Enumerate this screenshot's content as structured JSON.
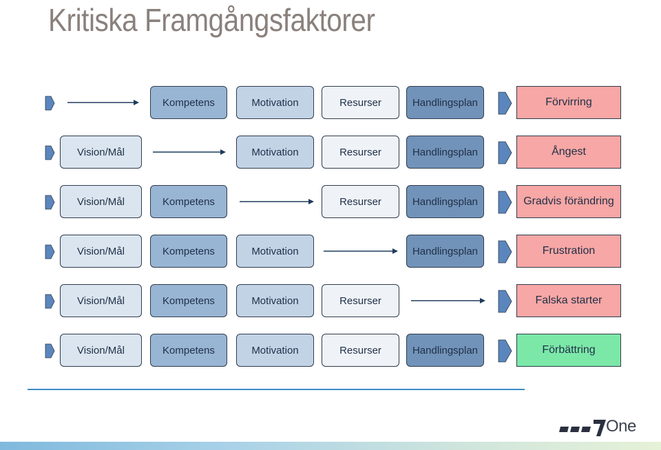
{
  "title": "Kritiska Framgångsfaktorer",
  "factor_labels": {
    "vision": "Vision/Mål",
    "kompetens": "Kompetens",
    "motivation": "Motivation",
    "resurser": "Resurser",
    "handlingsplan": "Handlingsplan"
  },
  "outcomes": [
    "Förvirring",
    "Ångest",
    "Gradvis förändring",
    "Frustration",
    "Falska starter",
    "Förbättring"
  ],
  "rows": [
    {
      "missing": "vision",
      "outcome": "Förvirring"
    },
    {
      "missing": "kompetens",
      "outcome": "Ångest"
    },
    {
      "missing": "motivation",
      "outcome": "Gradvis förändring"
    },
    {
      "missing": "resurser",
      "outcome": "Frustration"
    },
    {
      "missing": "handlingsplan",
      "outcome": "Falska starter"
    },
    {
      "missing": null,
      "outcome": "Förbättring"
    }
  ],
  "logo": {
    "text": "One"
  },
  "colors": {
    "title": "#8a817c",
    "vision_box": "#dbe5ef",
    "kompetens_box": "#99b5d4",
    "motivation_box": "#c3d3e6",
    "resurser_box": "#eff3f8",
    "handlingsplan_box": "#7293b9",
    "negative_outcome": "#f7a7a5",
    "positive_outcome": "#7ce8a8",
    "arrow": "#1f3b5c",
    "divider": "#3a8cc7"
  }
}
